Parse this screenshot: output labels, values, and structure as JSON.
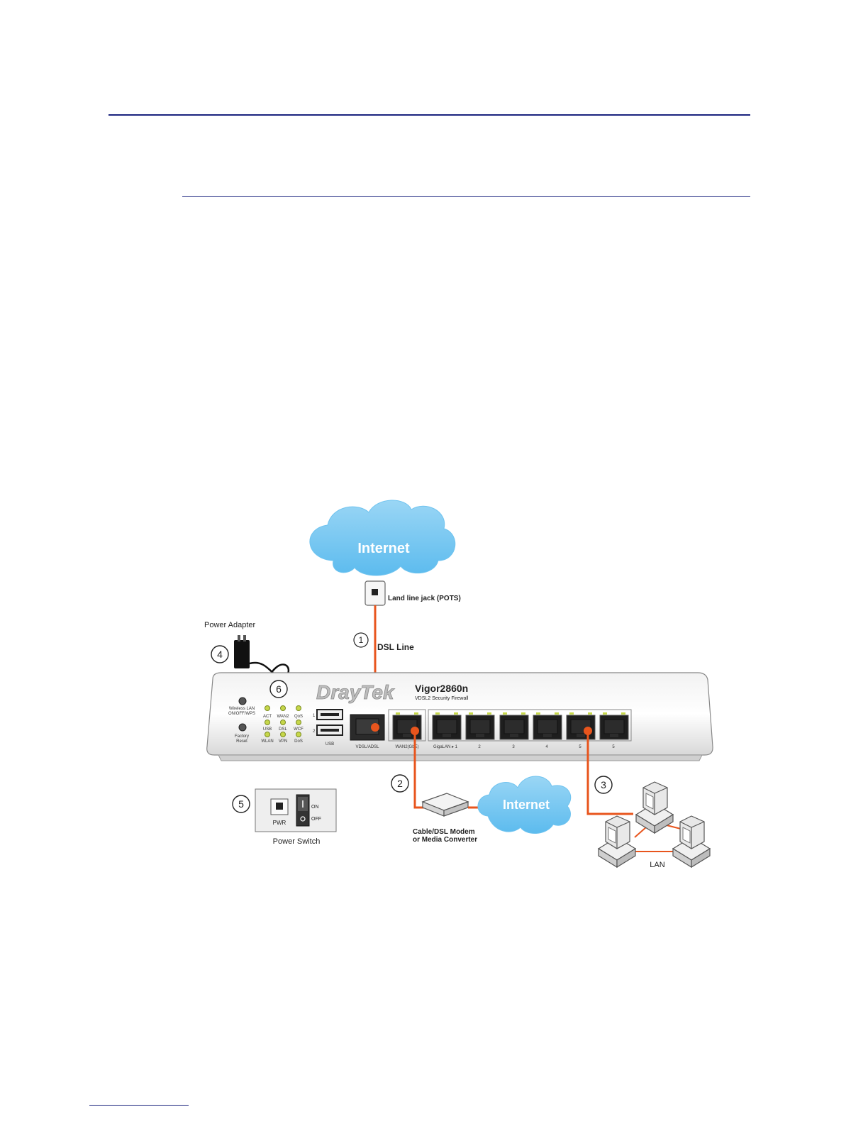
{
  "diagram": {
    "internet_top": "Internet",
    "internet_bottom": "Internet",
    "land_line_jack": "Land line jack (POTS)",
    "dsl_line": "DSL Line",
    "power_adapter": "Power Adapter",
    "power_switch": "Power Switch",
    "pwr": "PWR",
    "switch_on": "ON",
    "switch_off": "OFF",
    "modem_line1": "Cable/DSL Modem",
    "modem_line2": "or Media Converter",
    "lan": "LAN",
    "brand": "DrayTek",
    "model": "Vigor2860n",
    "model_sub": "VDSL2 Security Firewall",
    "callouts": [
      "1",
      "2",
      "3",
      "4",
      "5",
      "6"
    ],
    "buttons": {
      "wlan_line1": "Wireless LAN",
      "wlan_line2": "ON/OFF/WPS",
      "factory_line1": "Factory",
      "factory_line2": "Reset"
    },
    "leds": [
      "ACT",
      "WAN2",
      "QoS",
      "USB",
      "DSL",
      "WCF",
      "WLAN",
      "VPN",
      "DoS"
    ],
    "port_labels": {
      "usb": "USB",
      "usb1": "1",
      "usb2": "2",
      "vdsl": "VDSL/ADSL",
      "wan2": "WAN2(GbE)",
      "lan1": "GigaLAN ▸ 1",
      "lan2": "2",
      "lan3": "3",
      "lan4": "4",
      "lan5": "5",
      "lan6": "5"
    }
  }
}
